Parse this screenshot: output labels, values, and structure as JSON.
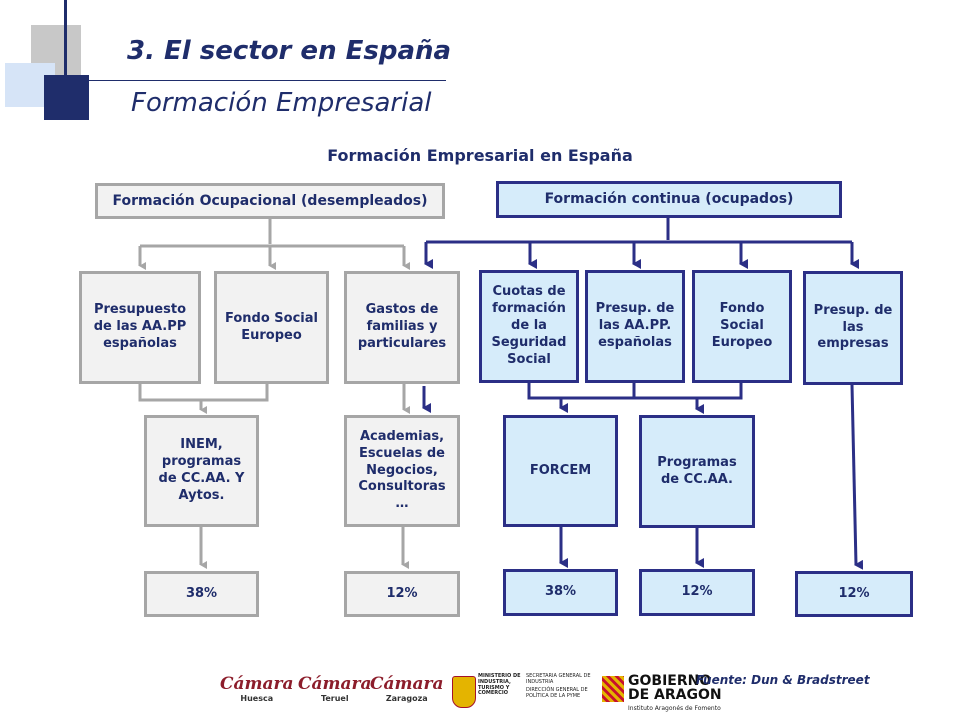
{
  "slide": {
    "section_title": "3. El sector en España",
    "subtitle": "Formación Empresarial"
  },
  "diagram": {
    "title": "Formación Empresarial en España",
    "header_left": "Formación Ocupacional (desempleados)",
    "header_right": "Formación continua (ocupados)",
    "sources": {
      "presupuesto": "Presupuesto de las AA.PP españolas",
      "fondo_left": "Fondo Social Europeo",
      "gastos": "Gastos de familias y particulares",
      "cuotas": "Cuotas de formación de la Seguridad Social",
      "presup_aapp": "Presup. de las AA.PP. españolas",
      "fondo_right": "Fondo Social Europeo",
      "presup_empresas": "Presup. de las empresas"
    },
    "programs": {
      "inem": "INEM, programas de CC.AA. Y Aytos.",
      "academias": "Academias, Escuelas de Negocios, Consultoras …",
      "forcem": "FORCEM",
      "programas_ccaa": "Programas de CC.AA."
    },
    "percentages": {
      "inem": "38%",
      "academias": "12%",
      "forcem": "38%",
      "programas_ccaa": "12%",
      "empresas": "12%"
    }
  },
  "footer": {
    "source": "Fuente: Dun & Bradstreet",
    "logos": {
      "camara1": "Cámara",
      "camara1_city": "Huesca",
      "camara2": "Cámara",
      "camara2_city": "Teruel",
      "camara3": "Cámara",
      "camara3_city": "Zaragoza",
      "ministerio": "MINISTERIO DE INDUSTRIA, TURISMO Y COMERCIO",
      "secretaria": "SECRETARIA GENERAL DE INDUSTRIA",
      "direccion": "DIRECCIÓN GENERAL DE POLÍTICA DE LA PYME",
      "gobierno1": "GOBIERNO",
      "gobierno2": "DE ARAGON",
      "instituto": "Instituto Aragonés de Fomento"
    }
  },
  "colors": {
    "navy": "#1f2d6b",
    "gray_border": "#a6a6a6",
    "gray_fill": "#f2f2f2",
    "blue_border": "#2b2f86",
    "blue_fill": "#d6ecfa"
  }
}
